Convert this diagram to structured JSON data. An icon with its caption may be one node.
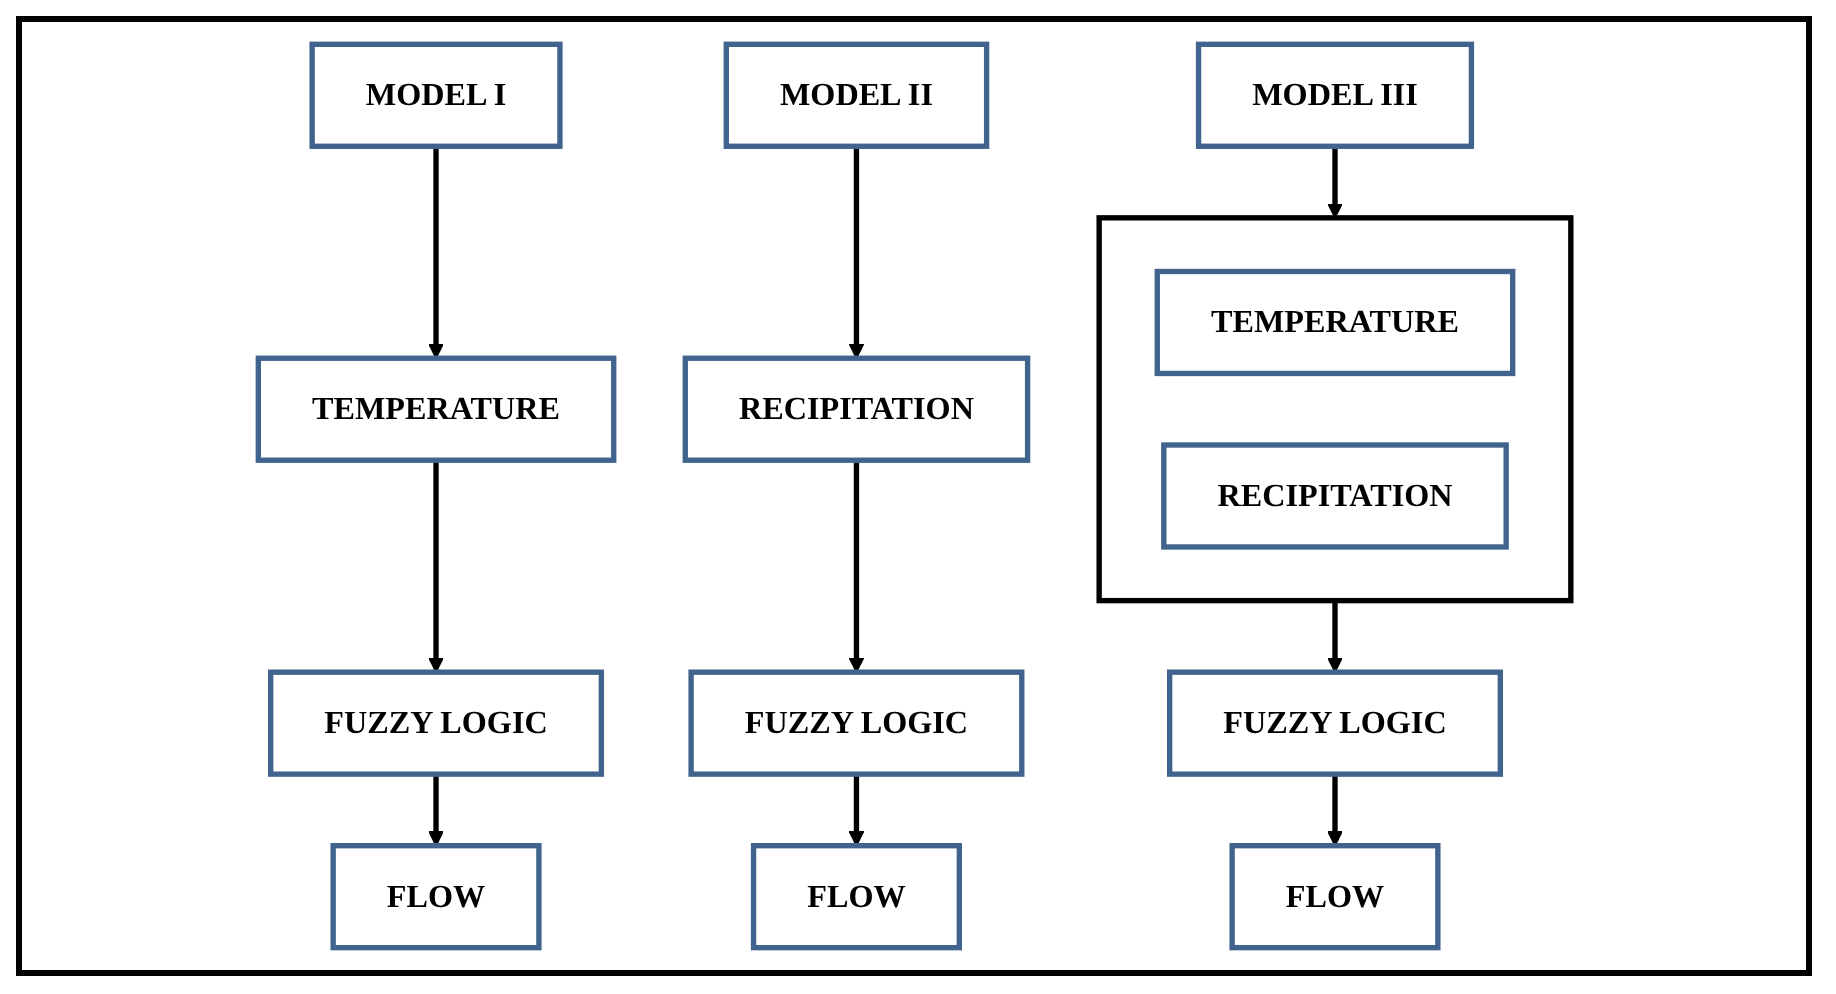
{
  "diagram": {
    "nodes": [
      {
        "text": [
          "MODEL I"
        ]
      },
      {
        "text": [
          "TEMPERATURE"
        ]
      },
      {
        "text": [
          "FUZZY LOGIC"
        ]
      },
      {
        "text": [
          "FLOW"
        ]
      },
      {
        "text": [
          "MODEL II"
        ]
      },
      {
        "text": [
          "RECIPITATION"
        ]
      },
      {
        "text": [
          "FUZZY LOGIC"
        ]
      },
      {
        "text": [
          "FLOW"
        ]
      },
      {
        "text": [
          "MODEL III"
        ]
      },
      {
        "text": [],
        "shape": "box"
      },
      {
        "text": [
          "TEMPERATURE"
        ],
        "in": 9
      },
      {
        "text": [
          "RECIPITATION"
        ],
        "in": 9
      },
      {
        "text": [
          "FUZZY LOGIC"
        ]
      },
      {
        "text": [
          "FLOW"
        ]
      }
    ],
    "edges": [
      {
        "from": 0,
        "to": 1,
        "arrow": "to"
      },
      {
        "from": 1,
        "to": 2,
        "arrow": "to"
      },
      {
        "from": 2,
        "to": 3,
        "arrow": "to"
      },
      {
        "from": 4,
        "to": 5,
        "arrow": "to"
      },
      {
        "from": 5,
        "to": 6,
        "arrow": "to"
      },
      {
        "from": 6,
        "to": 7,
        "arrow": "to"
      },
      {
        "from": 8,
        "to": 9,
        "arrow": "to"
      },
      {
        "from": 9,
        "to": 12,
        "arrow": "to"
      },
      {
        "from": 12,
        "to": 13,
        "arrow": "to"
      }
    ]
  }
}
